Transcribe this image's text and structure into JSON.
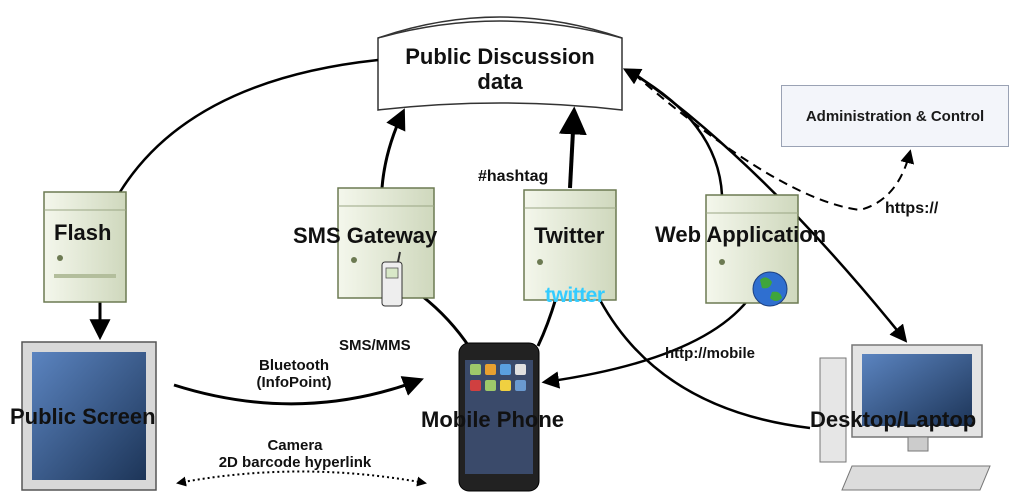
{
  "nodes": {
    "database": "Public Discussion\ndata",
    "admin": "Administration & Control",
    "flash": "Flash",
    "sms_gateway": "SMS Gateway",
    "twitter": "Twitter",
    "web_app": "Web Application",
    "public_screen": "Public Screen",
    "mobile_phone": "Mobile Phone",
    "desktop": "Desktop/Laptop"
  },
  "edge_labels": {
    "hashtag": "#hashtag",
    "https": "https://",
    "sms_mms": "SMS/MMS",
    "bluetooth": "Bluetooth\n(InfoPoint)",
    "http_mobile": "http://mobile",
    "camera": "Camera\n2D barcode hyperlink"
  },
  "logos": {
    "twitter_wordmark": "twitter"
  },
  "icons": [
    "server-icon",
    "mobile-phone-icon",
    "globe-icon",
    "monitor-icon",
    "desktop-computer-icon",
    "smartphone-icon"
  ],
  "colors": {
    "server": "#e8eedb",
    "screen": "#2f4f7f",
    "admin_box": "#f3f5fa",
    "twitter": "#33ccff"
  }
}
